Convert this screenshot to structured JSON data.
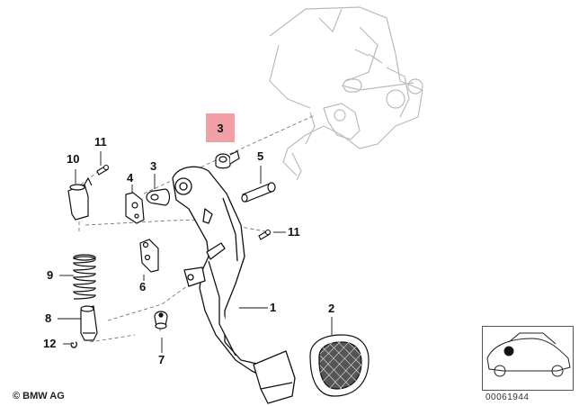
{
  "callouts": [
    {
      "id": "1",
      "text": "1"
    },
    {
      "id": "2",
      "text": "2"
    },
    {
      "id": "3",
      "text": "3"
    },
    {
      "id": "3-highlight",
      "text": "3"
    },
    {
      "id": "4",
      "text": "4"
    },
    {
      "id": "5",
      "text": "5"
    },
    {
      "id": "6",
      "text": "6"
    },
    {
      "id": "7",
      "text": "7"
    },
    {
      "id": "8",
      "text": "8"
    },
    {
      "id": "9",
      "text": "9"
    },
    {
      "id": "10",
      "text": "10"
    },
    {
      "id": "11a",
      "text": "11"
    },
    {
      "id": "11b",
      "text": "11"
    },
    {
      "id": "12",
      "text": "12"
    }
  ],
  "highlight": {
    "text": "3",
    "color": "#f2a0a8"
  },
  "copyright": "© BMW AG",
  "doc_number": "00061944",
  "colors": {
    "line": "#111111",
    "ghost": "#b8b8b8",
    "highlight": "#f2a0a8"
  }
}
